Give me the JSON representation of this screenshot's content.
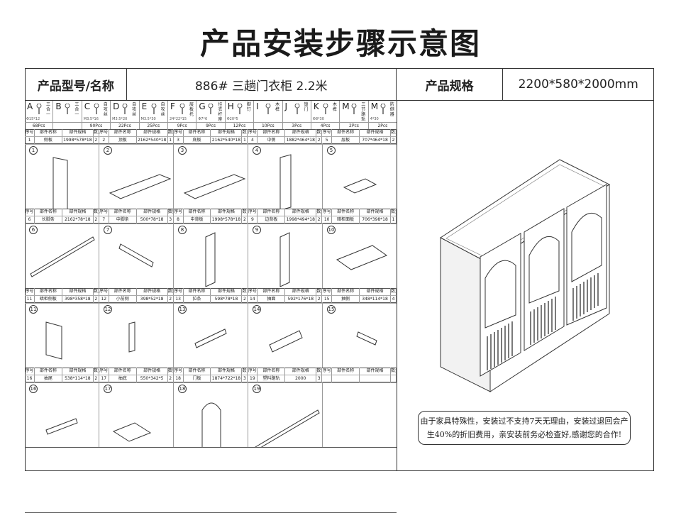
{
  "title": "产品安装步骤示意图",
  "header": {
    "model_label": "产品型号/名称",
    "model_value": "886#  三趟门衣柜   2.2米",
    "spec_label": "产品规格",
    "spec_value": "2200*580*2000mm"
  },
  "hardware": [
    {
      "letter": "A",
      "name": "三合一",
      "spec": "Φ15*12",
      "qty": "68Pcs"
    },
    {
      "letter": "B",
      "name": "三合一",
      "spec": "",
      "qty": ""
    },
    {
      "letter": "C",
      "name": "自攻丝",
      "spec": "M3.5*16",
      "qty": "90Pcs"
    },
    {
      "letter": "D",
      "name": "自攻丝",
      "spec": "M3.5*20",
      "qty": "22Pcs"
    },
    {
      "letter": "E",
      "name": "自攻丝",
      "spec": "M3.5*30",
      "qty": "25Pcs"
    },
    {
      "letter": "F",
      "name": "层板托",
      "spec": "24*22*15",
      "qty": "9Pcs"
    },
    {
      "letter": "G",
      "name": "挂衣杆座",
      "spec": "Φ7*6",
      "qty": "9Pcs"
    },
    {
      "letter": "H",
      "name": "脚钉",
      "spec": "Φ20*5",
      "qty": "12Pcs"
    },
    {
      "letter": "I",
      "name": "木榫",
      "spec": "",
      "qty": "10Pcs"
    },
    {
      "letter": "J",
      "name": "锁门",
      "spec": "",
      "qty": "3Pcs"
    },
    {
      "letter": "K",
      "name": "木榫",
      "spec": "Φ8*30",
      "qty": "4Pcs"
    },
    {
      "letter": "M",
      "name": "三节路轨",
      "spec": "",
      "qty": "2Pcs"
    },
    {
      "letter": "M",
      "name": "防倒器",
      "spec": "4*30",
      "qty": "2Pcs"
    }
  ],
  "table_header": {
    "no": "序号",
    "name": "部件名称",
    "spec": "部件规格",
    "qty": "数量"
  },
  "parts": [
    {
      "no": "1",
      "name": "侧板",
      "spec": "1998*578*18",
      "qty": "2"
    },
    {
      "no": "2",
      "name": "顶板",
      "spec": "2162*540*18",
      "qty": "1"
    },
    {
      "no": "3",
      "name": "底板",
      "spec": "2162*540*18",
      "qty": "1"
    },
    {
      "no": "4",
      "name": "中侧",
      "spec": "1882*464*18",
      "qty": "2"
    },
    {
      "no": "5",
      "name": "层板",
      "spec": "707*464*18",
      "qty": "2"
    },
    {
      "no": "6",
      "name": "长脚条",
      "spec": "2162*78*18",
      "qty": "2"
    },
    {
      "no": "7",
      "name": "中脚条",
      "spec": "500*78*18",
      "qty": "3"
    },
    {
      "no": "8",
      "name": "中背板",
      "spec": "1998*578*18",
      "qty": "2"
    },
    {
      "no": "9",
      "name": "边背板",
      "spec": "1998*494*18",
      "qty": "2"
    },
    {
      "no": "10",
      "name": "暗柜面板",
      "spec": "706*398*18",
      "qty": "1"
    },
    {
      "no": "11",
      "name": "暗柜侧板",
      "spec": "398*358*18",
      "qty": "2"
    },
    {
      "no": "12",
      "name": "小前侧",
      "spec": "398*52*18",
      "qty": "2"
    },
    {
      "no": "13",
      "name": "拉条",
      "spec": "598*78*18",
      "qty": "2"
    },
    {
      "no": "14",
      "name": "抽面",
      "spec": "592*176*18",
      "qty": "2"
    },
    {
      "no": "15",
      "name": "抽侧",
      "spec": "348*114*18",
      "qty": "4"
    },
    {
      "no": "16",
      "name": "抽尾",
      "spec": "538*114*18",
      "qty": "2"
    },
    {
      "no": "17",
      "name": "抽底",
      "spec": "550*342*5",
      "qty": "2"
    },
    {
      "no": "18",
      "name": "门板",
      "spec": "1874*722*18",
      "qty": "3"
    },
    {
      "no": "19",
      "name": "塑料路轨",
      "spec": "2000",
      "qty": "3"
    }
  ],
  "note": "由于家具特殊性，安装过不支持7天无理由，安装过退回会产生40%的折旧费用，亲安装前务必检查好,感谢您的合作!"
}
